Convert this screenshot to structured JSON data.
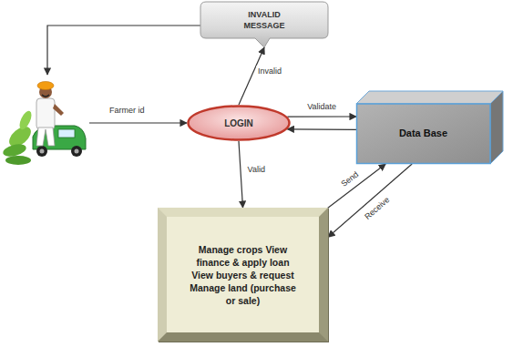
{
  "diagram": {
    "nodes": [
      {
        "text": [
          "INVALID MESSAGE"
        ]
      },
      {
        "text": [
          "LOGIN"
        ]
      },
      {
        "text": [
          "Data Base"
        ]
      },
      {
        "text": [
          "Manage crops View finance & apply loan View buyers & request Manage land (purchase or sale)"
        ]
      }
    ],
    "edges": [
      {
        "from": 1,
        "to": 0,
        "label": "Invalid",
        "arrow": "to"
      },
      {
        "from": 1,
        "to": 2,
        "label": "Validate",
        "arrow": "to"
      },
      {
        "from": 2,
        "to": 1,
        "arrow": "to"
      },
      {
        "from": 1,
        "to": 3,
        "label": "Valid",
        "arrow": "to"
      },
      {
        "from": 3,
        "to": 2,
        "label": "Send",
        "arrow": "to"
      },
      {
        "from": 2,
        "to": 3,
        "label": "Receive",
        "arrow": "to"
      }
    ],
    "labels": [
      "Farmer id"
    ]
  }
}
